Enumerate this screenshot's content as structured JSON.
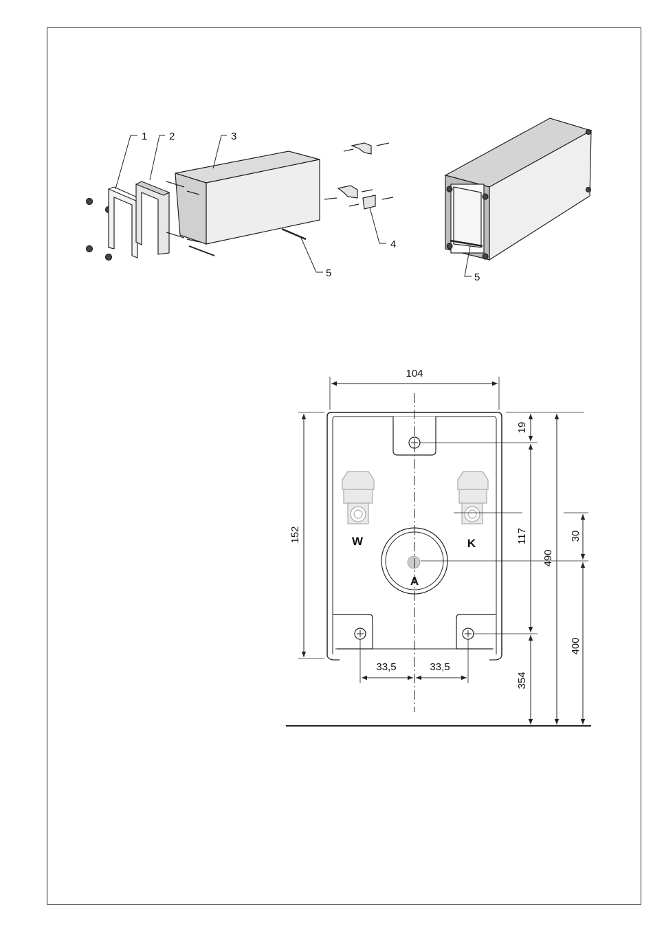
{
  "exploded_view": {
    "callouts": [
      "1",
      "2",
      "3",
      "4",
      "5"
    ],
    "assembled_callout": "5"
  },
  "dimension_drawing": {
    "width_top": "104",
    "height_left": "152",
    "dim_top_bracket": "19",
    "dim_between_holes": "117",
    "dim_total": "490",
    "dim_port_offset": "30",
    "dim_port_height": "400",
    "dim_bottom_holes": "354",
    "hole_spacing_left": "33,5",
    "hole_spacing_right": "33,5"
  },
  "ports": {
    "hot": "W",
    "cold": "K",
    "outlet": "A"
  },
  "colors": {
    "line": "#111111",
    "fill_light": "#e9e9e9",
    "fill_mid": "#cfcfcf"
  }
}
